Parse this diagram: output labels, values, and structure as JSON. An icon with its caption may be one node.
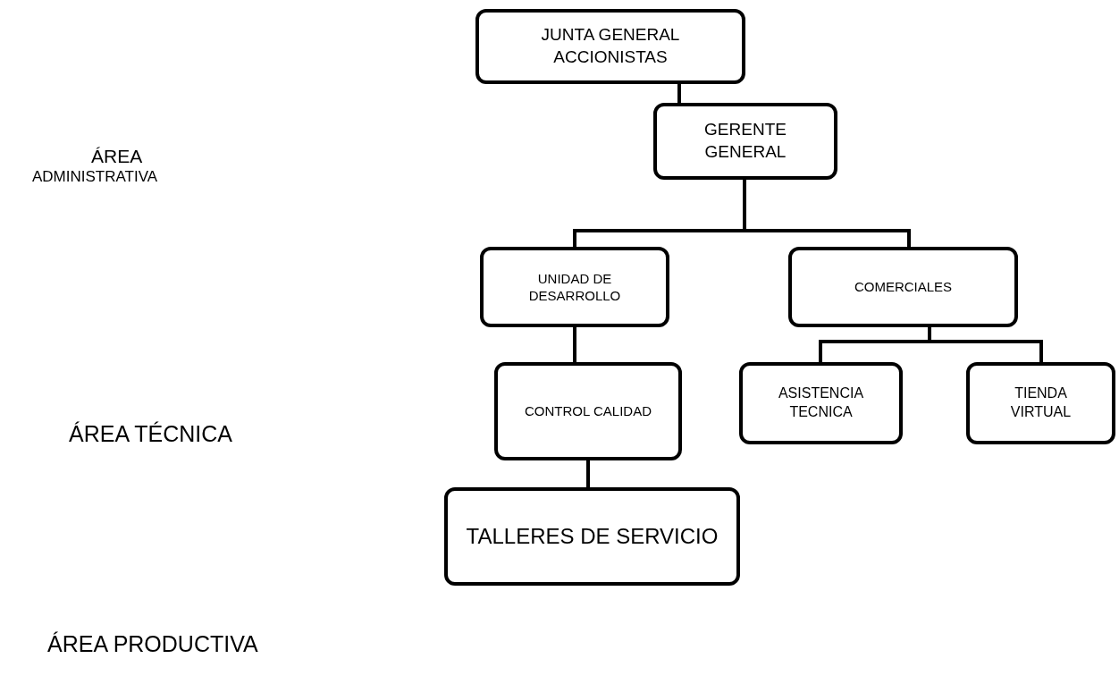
{
  "diagram": {
    "nodes": [
      {
        "text": [
          "JUNTA GENERAL ACCIONISTAS"
        ]
      },
      {
        "text": [
          "GERENTE GENERAL"
        ]
      },
      {
        "text": [
          "UNIDAD DE DESARROLLO"
        ]
      },
      {
        "text": [
          "COMERCIALES"
        ]
      },
      {
        "text": [
          "CONTROL CALIDAD"
        ]
      },
      {
        "text": [
          "ASISTENCIA TECNICA"
        ]
      },
      {
        "text": [
          "TIENDA VIRTUAL"
        ]
      },
      {
        "text": [
          "TALLERES DE SERVICIO"
        ]
      }
    ],
    "edges": [
      {
        "from": 0,
        "to": 1,
        "arrow": "none"
      },
      {
        "from": 1,
        "to": 2,
        "arrow": "none"
      },
      {
        "from": 1,
        "to": 3,
        "arrow": "none"
      },
      {
        "from": 2,
        "to": 4,
        "arrow": "none"
      },
      {
        "from": 3,
        "to": 5,
        "arrow": "none"
      },
      {
        "from": 3,
        "to": 6,
        "arrow": "none"
      },
      {
        "from": 4,
        "to": 7,
        "arrow": "none"
      }
    ],
    "labels": [
      "ÁREA",
      "ADMINISTRATIVA",
      "ÁREA TÉCNICA",
      "ÁREA PRODUCTIVA"
    ]
  }
}
